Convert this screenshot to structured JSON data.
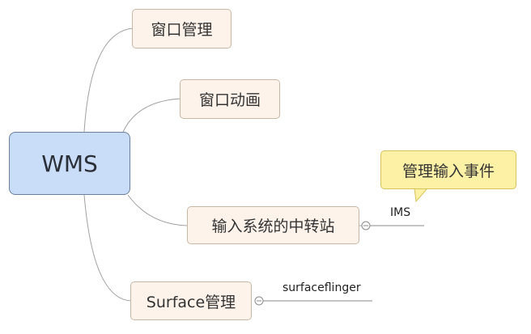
{
  "root": {
    "label": "WMS"
  },
  "branches": [
    {
      "label": "窗口管理"
    },
    {
      "label": "窗口动画"
    },
    {
      "label": "输入系统的中转站",
      "child": "IMS",
      "callout": "管理输入事件"
    },
    {
      "label": "Surface管理",
      "child": "surfaceflinger"
    }
  ],
  "colors": {
    "root_fill": "#c9dcf8",
    "branch_fill": "#fdf3ea",
    "callout_fill": "#fdf1a6",
    "line": "#9a9a9a"
  }
}
